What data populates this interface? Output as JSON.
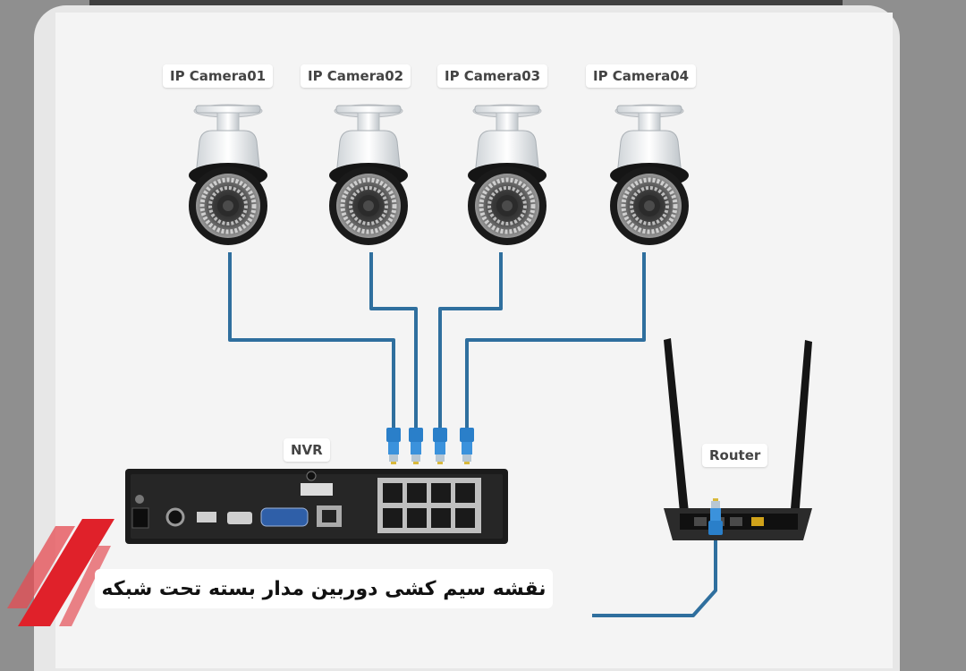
{
  "labels": {
    "cameras": [
      "IP Camera01",
      "IP Camera02",
      "IP Camera03",
      "IP Camera04"
    ],
    "nvr": "NVR",
    "router": "Router"
  },
  "caption": "نقشه سیم کشی دوربین مدار بسته تحت شبکه",
  "icons": [
    "ip-camera-icon",
    "nvr-device-icon",
    "router-icon",
    "ethernet-connector-icon"
  ],
  "colors": {
    "cable": "#2f6f9e",
    "connector": "#2a7fc9",
    "stripe": "#e0212a",
    "device": "#1b1b1b",
    "background": "#f4f4f4"
  }
}
